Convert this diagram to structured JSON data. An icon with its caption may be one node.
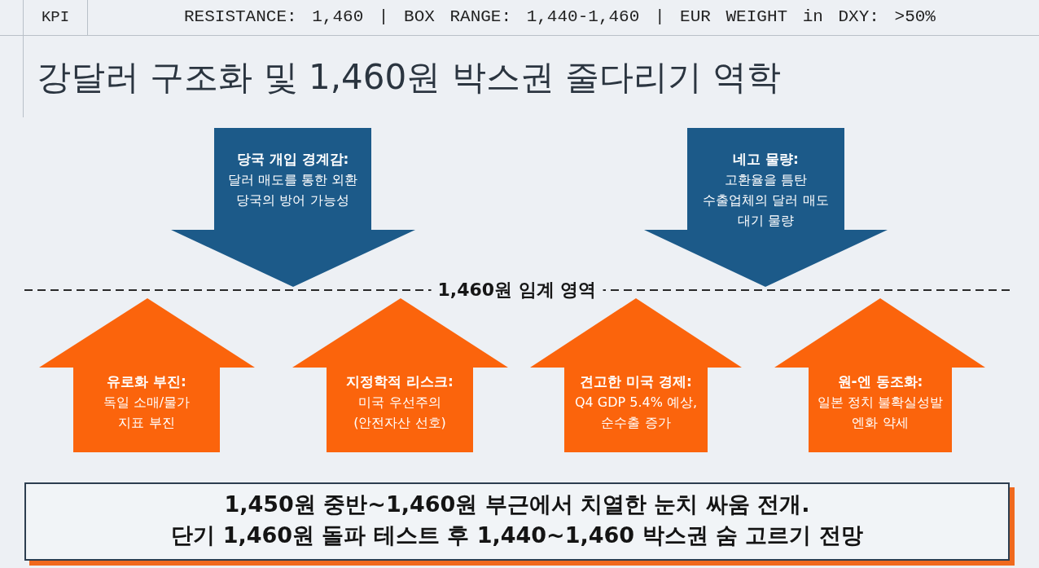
{
  "diagram": {
    "title": "강달러 구조화 및 1,460원 박스권 줄다리기 역학",
    "nodes": [
      {
        "text": [
          "당국 개입 경계감:",
          "달러 매도를 통한 외환 당국의 방어 가능성"
        ]
      },
      {
        "text": [
          "네고 물량:",
          "고환율을 틈탄 수출업체의 달러 매도 대기 물량"
        ]
      },
      {
        "text": [
          "유로화 부진:",
          "독일 소매/물가 지표 부진"
        ]
      },
      {
        "text": [
          "지정학적 리스크:",
          "미국 우선주의 (안전자산 선호)"
        ]
      },
      {
        "text": [
          "견고한 미국 경제:",
          "Q4 GDP 5.4% 예상, 순수출 증가"
        ]
      },
      {
        "text": [
          "원-엔 동조화:",
          "일본 정치 불확실성발 엔화 약세"
        ]
      },
      {
        "text": [
          "1,450원 중반~1,460원 부근에서 치열한 눈치 싸움 전개.",
          "단기 1,460원 돌파 테스트 후 1,440~1,460 박스권 숨 고르기 전망"
        ]
      }
    ],
    "labels": [
      "KPI",
      "RESISTANCE: 1,460 | BOX RANGE: 1,440-1,460 | EUR WEIGHT in DXY: >50%",
      "1,460원 임계 영역"
    ]
  }
}
